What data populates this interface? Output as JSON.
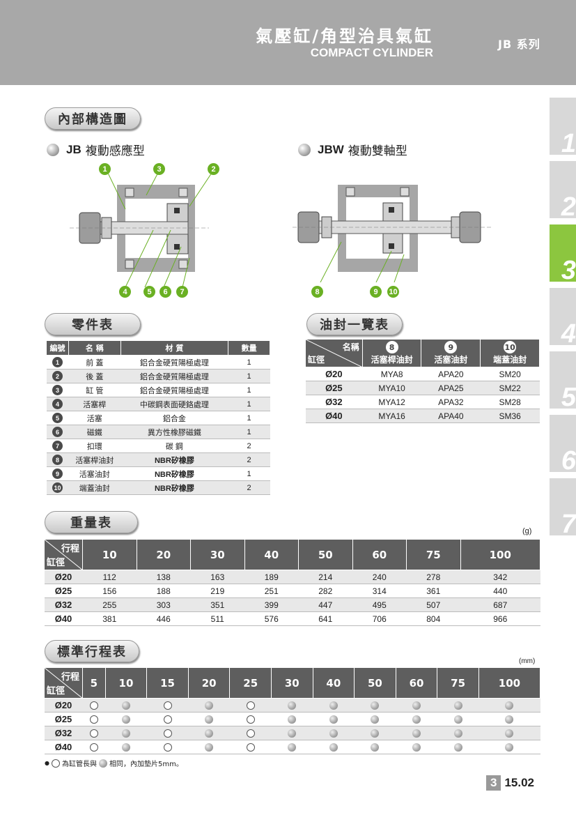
{
  "header": {
    "title_cn": "氣壓缸/角型治具氣缸",
    "title_en": "COMPACT CYLINDER",
    "series": "JB 系列"
  },
  "side_tabs": [
    "1",
    "2",
    "3",
    "4",
    "5",
    "6",
    "7"
  ],
  "section_structure": "內部構造圖",
  "jb": {
    "code": "JB",
    "label": "複動感應型"
  },
  "jbw": {
    "code": "JBW",
    "label": "複動雙軸型"
  },
  "callouts": [
    "1",
    "2",
    "3",
    "4",
    "5",
    "6",
    "7",
    "8",
    "9",
    "10"
  ],
  "parts": {
    "title": "零件表",
    "headers": [
      "編號",
      "名 稱",
      "材 質",
      "數量"
    ],
    "rows": [
      {
        "no": "1",
        "name": "前 蓋",
        "material": "鋁合金硬質陽極處理",
        "qty": "1"
      },
      {
        "no": "2",
        "name": "後 蓋",
        "material": "鋁合金硬質陽極處理",
        "qty": "1"
      },
      {
        "no": "3",
        "name": "缸 管",
        "material": "鋁合金硬質陽極處理",
        "qty": "1"
      },
      {
        "no": "4",
        "name": "活塞桿",
        "material": "中碳鋼表面硬鉻處理",
        "qty": "1"
      },
      {
        "no": "5",
        "name": "活塞",
        "material": "鋁合金",
        "qty": "1"
      },
      {
        "no": "6",
        "name": "磁鐵",
        "material": "異方性橡膠磁鐵",
        "qty": "1"
      },
      {
        "no": "7",
        "name": "扣環",
        "material": "碳 鋼",
        "qty": "2"
      },
      {
        "no": "8",
        "name": "活塞桿油封",
        "material": "NBR矽橡膠",
        "qty": "2"
      },
      {
        "no": "9",
        "name": "活塞油封",
        "material": "NBR矽橡膠",
        "qty": "1"
      },
      {
        "no": "10",
        "name": "端蓋油封",
        "material": "NBR矽橡膠",
        "qty": "2"
      }
    ]
  },
  "seals": {
    "title": "油封一覽表",
    "corner_top": "名稱",
    "corner_bottom": "缸徑",
    "cols": [
      {
        "no": "8",
        "name": "活塞桿油封"
      },
      {
        "no": "9",
        "name": "活塞油封"
      },
      {
        "no": "10",
        "name": "端蓋油封"
      }
    ],
    "rows": [
      {
        "bore": "Ø20",
        "vals": [
          "MYA8",
          "APA20",
          "SM20"
        ]
      },
      {
        "bore": "Ø25",
        "vals": [
          "MYA10",
          "APA25",
          "SM22"
        ]
      },
      {
        "bore": "Ø32",
        "vals": [
          "MYA12",
          "APA32",
          "SM28"
        ]
      },
      {
        "bore": "Ø40",
        "vals": [
          "MYA16",
          "APA40",
          "SM36"
        ]
      }
    ]
  },
  "weight": {
    "title": "重量表",
    "unit": "(g)",
    "corner_top": "行程",
    "corner_bottom": "缸徑",
    "strokes": [
      "10",
      "20",
      "30",
      "40",
      "50",
      "60",
      "75",
      "100"
    ],
    "rows": [
      {
        "bore": "Ø20",
        "vals": [
          "112",
          "138",
          "163",
          "189",
          "214",
          "240",
          "278",
          "342"
        ]
      },
      {
        "bore": "Ø25",
        "vals": [
          "156",
          "188",
          "219",
          "251",
          "282",
          "314",
          "361",
          "440"
        ]
      },
      {
        "bore": "Ø32",
        "vals": [
          "255",
          "303",
          "351",
          "399",
          "447",
          "495",
          "507",
          "687"
        ]
      },
      {
        "bore": "Ø40",
        "vals": [
          "381",
          "446",
          "511",
          "576",
          "641",
          "706",
          "804",
          "966"
        ]
      }
    ]
  },
  "stroke": {
    "title": "標準行程表",
    "unit": "(mm)",
    "corner_top": "行程",
    "corner_bottom": "缸徑",
    "strokes": [
      "5",
      "10",
      "15",
      "20",
      "25",
      "30",
      "40",
      "50",
      "60",
      "75",
      "100"
    ],
    "rows": [
      {
        "bore": "Ø20",
        "marks": [
          "o",
          "f",
          "o",
          "f",
          "o",
          "f",
          "f",
          "f",
          "f",
          "f",
          "f"
        ]
      },
      {
        "bore": "Ø25",
        "marks": [
          "o",
          "f",
          "o",
          "f",
          "o",
          "f",
          "f",
          "f",
          "f",
          "f",
          "f"
        ]
      },
      {
        "bore": "Ø32",
        "marks": [
          "o",
          "f",
          "o",
          "f",
          "o",
          "f",
          "f",
          "f",
          "f",
          "f",
          "f"
        ]
      },
      {
        "bore": "Ø40",
        "marks": [
          "o",
          "f",
          "o",
          "f",
          "o",
          "f",
          "f",
          "f",
          "f",
          "f",
          "f"
        ]
      }
    ]
  },
  "note": {
    "part1": "為缸管長與",
    "part2": "相同，內加墊片5mm。"
  },
  "page": {
    "chapter": "3",
    "number": "15.02"
  }
}
